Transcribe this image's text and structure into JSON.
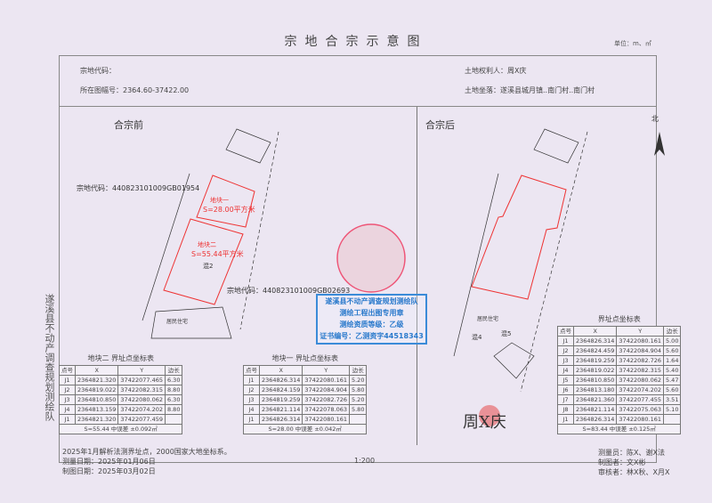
{
  "title": "宗地合宗示意图",
  "unit": "单位：m、㎡",
  "header": {
    "parcel_code_label": "宗地代码：",
    "map_sheet": "所在图幅号：2364.60-37422.00",
    "owner": "土地权利人：周X庆",
    "location": "土地坐落：遂溪县城月镇..南门村..南门村"
  },
  "before": {
    "label": "合宗前",
    "code1": "宗地代码：440823101009GB01954",
    "code2": "宗地代码：440823101009GB02693",
    "plot1": "地块一",
    "area1": "S=28.00平方米",
    "plot2": "地块二",
    "area2": "S=55.44平方米",
    "building": "混2",
    "residence": "居民住宅"
  },
  "after": {
    "label": "合宗后",
    "north": "北",
    "residence": "居民住宅",
    "plot4": "混4",
    "plot5": "混5"
  },
  "vertical_text": "遂溪县不动产调查规划测绘队",
  "stamp": {
    "line1": "遂溪县不动产调查规划测绘队",
    "line2": "测绘工程出图专用章",
    "line3": "测绘资质等级：乙级",
    "line4": "证书编号：乙测资字44518343"
  },
  "table_left": {
    "caption": "地块二 界址点坐标表",
    "headers": [
      "点号",
      "X",
      "Y",
      "边长"
    ],
    "rows": [
      [
        "J1",
        "2364821.320",
        "37422077.465"
      ],
      [
        "J2",
        "2364819.022",
        "37422082.315"
      ],
      [
        "J3",
        "2364810.850",
        "37422080.062"
      ],
      [
        "J4",
        "2364813.159",
        "37422074.202"
      ],
      [
        "J1",
        "2364821.320",
        "37422077.459"
      ]
    ],
    "dist": [
      "6.30",
      "8.80",
      "6.30",
      "8.80"
    ],
    "summary": "S=55.44 中误差 ±0.092㎡"
  },
  "table_mid": {
    "caption": "地块一 界址点坐标表",
    "headers": [
      "点号",
      "X",
      "Y",
      "边长"
    ],
    "rows": [
      [
        "J1",
        "2364826.314",
        "37422080.161"
      ],
      [
        "J2",
        "2364824.159",
        "37422084.904"
      ],
      [
        "J3",
        "2364819.259",
        "37422082.726"
      ],
      [
        "J4",
        "2364821.114",
        "37422078.063"
      ],
      [
        "J1",
        "2364826.314",
        "37422080.161"
      ]
    ],
    "dist": [
      "5.20",
      "5.80",
      "5.20",
      "5.80"
    ],
    "summary": "S=28.00 中误差 ±0.042㎡"
  },
  "table_right": {
    "caption": "界址点坐标表",
    "headers": [
      "点号",
      "X",
      "Y",
      "边长"
    ],
    "rows": [
      [
        "J1",
        "2364826.314",
        "37422080.161"
      ],
      [
        "J2",
        "2364824.459",
        "37422084.904"
      ],
      [
        "J3",
        "2364819.259",
        "37422082.726"
      ],
      [
        "J4",
        "2364819.022",
        "37422082.315"
      ],
      [
        "J5",
        "2364810.850",
        "37422080.062"
      ],
      [
        "J6",
        "2364813.180",
        "37422074.202"
      ],
      [
        "J7",
        "2364821.360",
        "37422077.455"
      ],
      [
        "J8",
        "2364821.114",
        "37422075.063"
      ],
      [
        "J1",
        "2364826.314",
        "37422080.161"
      ]
    ],
    "dist": [
      "5.00",
      "5.60",
      "1.64",
      "5.40",
      "5.47",
      "5.60",
      "3.51",
      "5.10"
    ],
    "summary": "S=83.44 中误差 ±0.125㎡"
  },
  "footer": {
    "note": "2025年1月解析法测界址点，2000国家大地坐标系。",
    "survey_date": "测量日期：2025年01月06日",
    "draw_date": "制图日期：2025年03月02日",
    "scale": "1:200",
    "surveyor": "测量员：陈X、谢X法",
    "drafter": "制图者：文X彬",
    "checker": "审核者：林X秋、X月X"
  },
  "signature": "周X庆"
}
